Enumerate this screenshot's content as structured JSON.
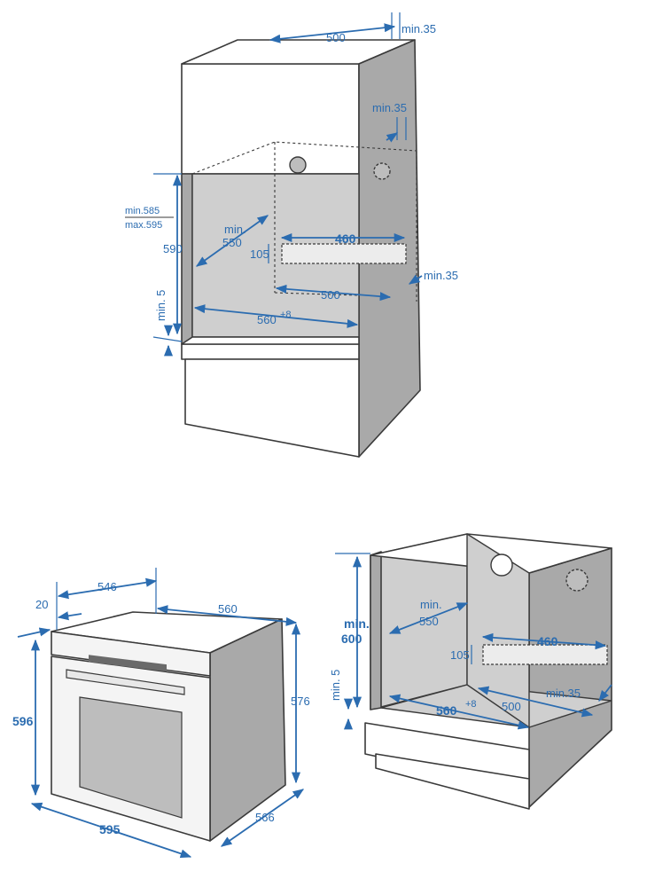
{
  "top_installation": {
    "top_width": "500",
    "top_clearance": "min.35",
    "rear_clearance": "min.35",
    "opening_height_range_min": "min.585",
    "opening_height_range_max": "max.595",
    "opening_height": "590",
    "depth_label_line1": "min.",
    "depth_label_line2": "550",
    "vent_width": "460",
    "vent_height": "105",
    "bottom_depth": "500",
    "bottom_clearance": "min.35",
    "floor_clearance": "min. 5",
    "opening_width": "560",
    "opening_width_tolerance": "+8"
  },
  "oven_dimensions": {
    "total_depth": "546",
    "panel_depth": "20",
    "body_width": "560",
    "front_height": "596",
    "body_height": "576",
    "front_width": "595",
    "side_depth": "566"
  },
  "under_counter_installation": {
    "opening_height_line1": "min.",
    "opening_height_line2": "600",
    "depth_label_line1": "min.",
    "depth_label_line2": "550",
    "vent_width": "460",
    "vent_height": "105",
    "floor_clearance": "min. 5",
    "opening_width": "560",
    "opening_width_tolerance": "+8",
    "bottom_depth": "500",
    "rear_clearance": "min.35"
  }
}
